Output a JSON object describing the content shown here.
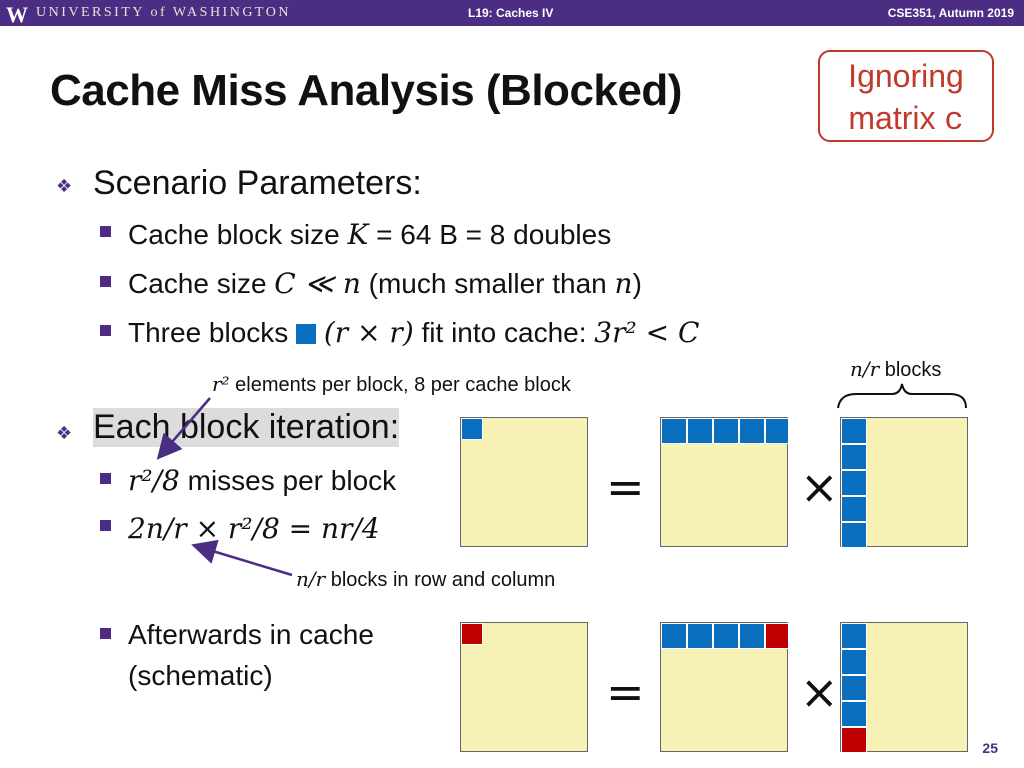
{
  "header": {
    "logo_letter": "W",
    "university": "UNIVERSITY of WASHINGTON",
    "lecture": "L19: Caches IV",
    "course": "CSE351, Autumn 2019"
  },
  "slide": {
    "title": "Cache Miss Analysis (Blocked)",
    "callout_line1": "Ignoring",
    "callout_line2_word": "matrix",
    "callout_line2_var": "c",
    "scenario": {
      "label": "Scenario Parameters:",
      "item1_pre": "Cache block size ",
      "item1_var": "K",
      "item1_post": " = 64 B = 8 doubles",
      "item2_pre": "Cache size ",
      "item2_math": "C ≪ n",
      "item2_mid": " (much smaller than ",
      "item2_var": "n",
      "item2_post": ")",
      "item3_pre": "Three blocks ",
      "item3_math": "(r × r)",
      "item3_mid": " fit into cache: ",
      "item3_expr": "3r² < C"
    },
    "annot_r2": "r²",
    "annot_r2_text": " elements per block, 8 per cache block",
    "annot_nr_top": "n/r",
    "annot_nr_top_text": " blocks",
    "iteration": {
      "label": "Each block iteration:",
      "item1_math": "r²/8",
      "item1_text": " misses per block",
      "item2_math": "2n/r × r²/8 = nr/4"
    },
    "annot_nr_bottom": "n/r",
    "annot_nr_bottom_text": " blocks in row and column",
    "afterwards_line1": "Afterwards in cache",
    "afterwards_line2": "(schematic)",
    "op_equals": "=",
    "op_times": "×",
    "page_number": "25",
    "colors": {
      "purple": "#4b2e83",
      "blue": "#0b6fbf",
      "red": "#c00000",
      "matrix": "#f7f1b6",
      "callout": "#c0392b"
    }
  }
}
